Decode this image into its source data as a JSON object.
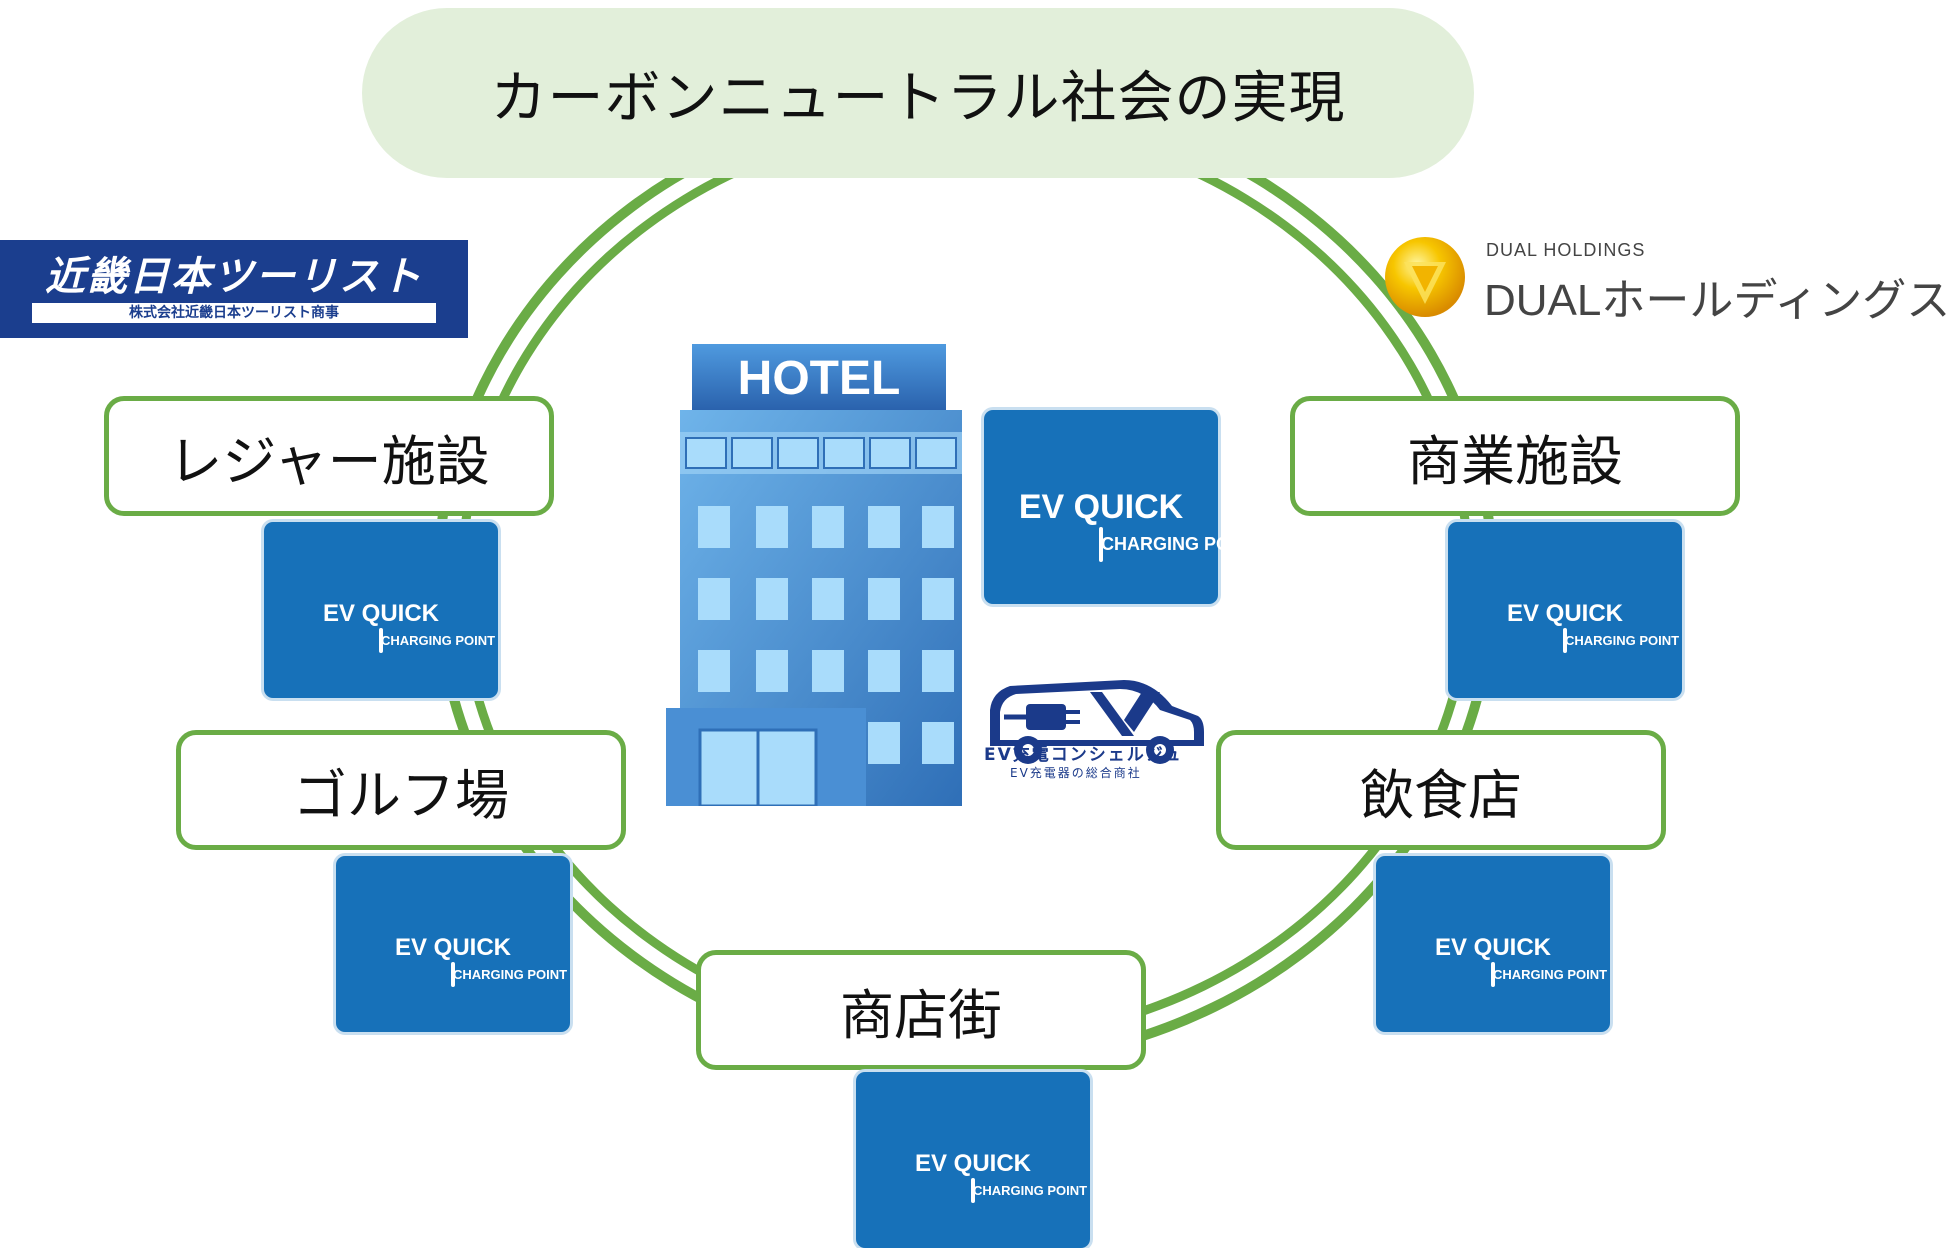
{
  "title": "カーボンニュートラル社会の実現",
  "places": {
    "leisure": "レジャー施設",
    "commercial": "商業施設",
    "golf": "ゴルフ場",
    "restaurant": "飲食店",
    "shopping_street": "商店街"
  },
  "badge": {
    "top": "EV QUICK",
    "bottom": "CHARGING POINT"
  },
  "hotel_label": "HOTEL",
  "logos": {
    "knt_name": "近畿日本ツーリスト",
    "knt_sub": "株式会社近畿日本ツーリスト商事",
    "dual_small": "DUAL HOLDINGS",
    "dual_big": "DUALホールディングス",
    "ev_concierge_name": "EV充電コンシェルジュ",
    "ev_concierge_sub": "EV充電器の総合商社"
  },
  "colors": {
    "ring_green": "#6aac46",
    "pill_green": "#e2efda",
    "badge_blue": "#1771b9",
    "knt_navy": "#1b3e8e"
  }
}
